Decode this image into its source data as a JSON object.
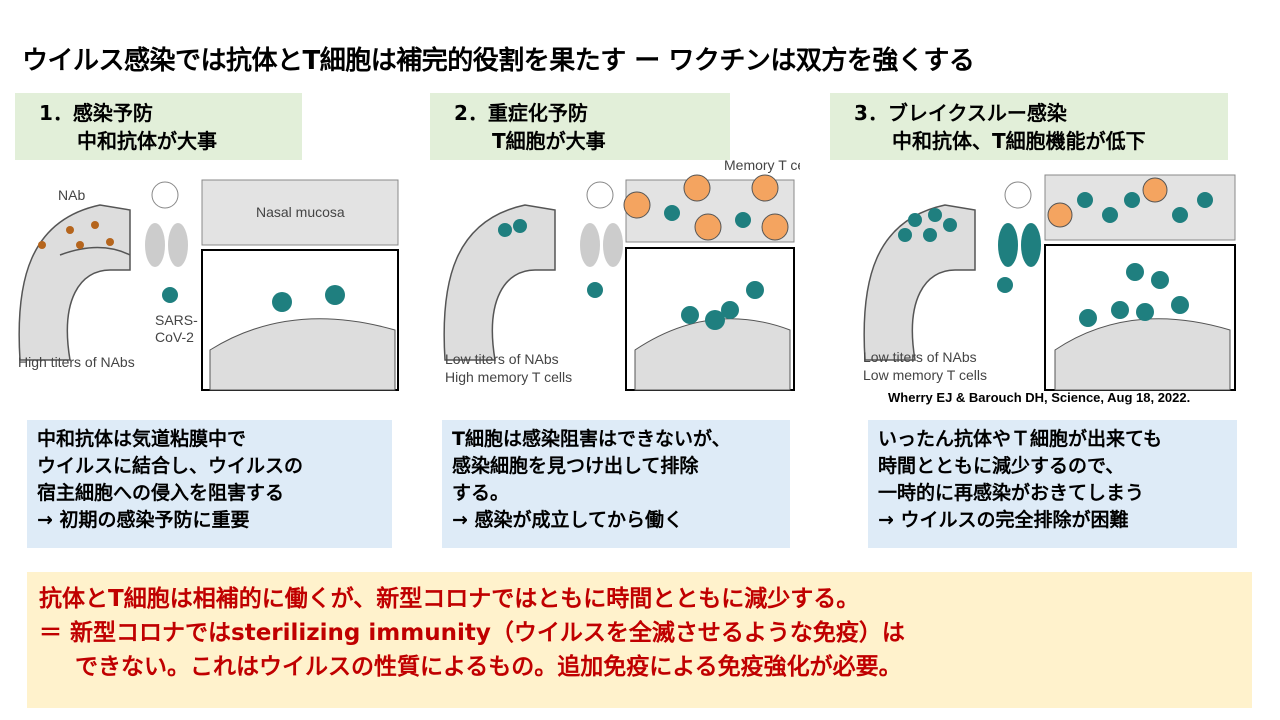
{
  "title": "ウイルス感染では抗体とT細胞は補完的役割を果たす ー ワクチンは双方を強くする",
  "panels": [
    {
      "heading1": "1．感染予防",
      "heading2": "中和抗体が大事",
      "labels": {
        "nab": "NAb",
        "mucosa": "Nasal mucosa",
        "virus1": "SARS-",
        "virus2": "CoV-2",
        "caption1": "High titers of NAbs"
      },
      "desc": [
        "中和抗体は気道粘膜中で",
        "ウイルスに結合し、ウイルスの",
        "宿主細胞への侵入を阻害する",
        "→ 初期の感染予防に重要"
      ]
    },
    {
      "heading1": "2．重症化予防",
      "heading2": "T細胞が大事",
      "labels": {
        "tcell": "Memory T cell",
        "caption1": "Low titers of NAbs",
        "caption2": "High memory T cells"
      },
      "desc": [
        "T細胞は感染阻害はできないが、",
        "感染細胞を見つけ出して排除",
        "する。",
        "→ 感染が成立してから働く"
      ]
    },
    {
      "heading1": "3．ブレイクスルー感染",
      "heading2": "中和抗体、T細胞機能が低下",
      "labels": {
        "caption1": "Low titers of NAbs",
        "caption2": "Low memory T cells"
      },
      "desc": [
        "いったん抗体やＴ細胞が出来ても",
        "時間とともに減少するので、",
        "一時的に再感染がおきてしまう",
        "→ ウイルスの完全排除が困難"
      ]
    }
  ],
  "citation": "Wherry EJ & Barouch DH, Science, Aug 18, 2022.",
  "summary": [
    "抗体とT細胞は相補的に働くが、新型コロナではともに時間とともに減少する。",
    "＝ 新型コロナではsterilizing immunity（ウイルスを全滅させるような免疫）は",
    "できない。これはウイルスの性質によるもの。追加免疫による免疫強化が必要。"
  ],
  "colors": {
    "header": "#e2efd9",
    "desc": "#deebf7",
    "summary_bg": "#fff2cc",
    "summary_text": "#c00000",
    "virus": "#1f7f7f",
    "tcell": "#f4a460",
    "antibody": "#b5651d"
  }
}
